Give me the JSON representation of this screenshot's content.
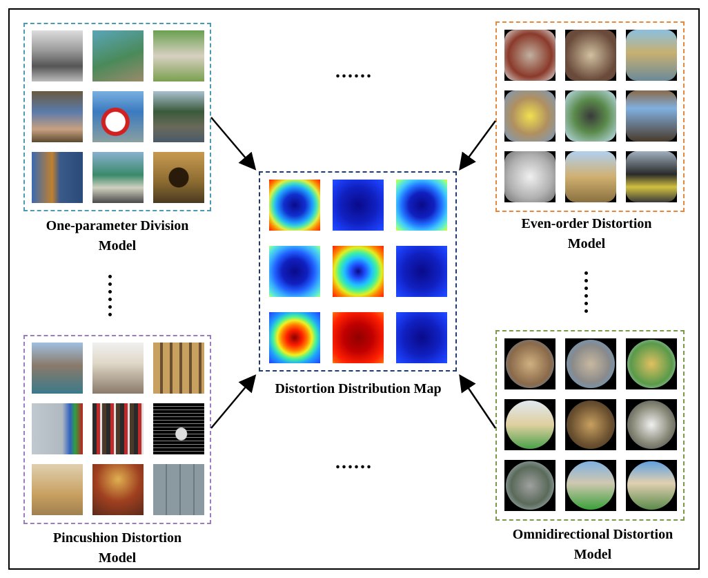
{
  "labels": {
    "top_left": "One-parameter Division Model",
    "top_left_line1": "One-parameter Division",
    "top_left_line2": "Model",
    "top_right_line1": "Even-order Distortion",
    "top_right_line2": "Model",
    "bottom_left_line1": "Pincushion Distortion",
    "bottom_left_line2": "Model",
    "bottom_right_line1": "Omnidirectional Distortion",
    "bottom_right_line2": "Model",
    "center": "Distortion Distribution Map",
    "ellipsis_top": "......",
    "ellipsis_bottom": "......"
  },
  "colors": {
    "one_parameter_border": "#4a9ab0",
    "even_order_border": "#e8873a",
    "pincushion_border": "#9a7cc2",
    "omnidirectional_border": "#7a9a4a",
    "center_border": "#1f3a6e",
    "arrow": "#000000"
  },
  "panels": {
    "one_parameter": {
      "style": "photo",
      "count": 9
    },
    "even_order": {
      "style": "barrel-fisheye",
      "count": 9
    },
    "pincushion": {
      "style": "photo",
      "count": 9
    },
    "omnidirectional": {
      "style": "circular-fisheye",
      "count": 9
    }
  },
  "distortion_maps": [
    {
      "center_color": "#0a0a8a",
      "edge_color": "#ff5a00",
      "pattern": "blue-center-hot-edges"
    },
    {
      "center_color": "#0a0a8a",
      "edge_color": "#1a3af0",
      "pattern": "mostly-blue"
    },
    {
      "center_color": "#0a0a8a",
      "edge_color": "#40c8ff",
      "pattern": "blue-center-cyan-edges"
    },
    {
      "center_color": "#0a0a8a",
      "edge_color": "#3ab0ff",
      "pattern": "blue-center-cyan-corners"
    },
    {
      "center_color": "#0a0a8a",
      "edge_color": "#ff8000",
      "pattern": "blue-center-full-spectrum"
    },
    {
      "center_color": "#0a0a8a",
      "edge_color": "#1a3af0",
      "pattern": "mostly-blue"
    },
    {
      "center_color": "#8a0000",
      "edge_color": "#2040ff",
      "pattern": "red-center-blue-edges"
    },
    {
      "center_color": "#900000",
      "edge_color": "#ff2000",
      "pattern": "mostly-red"
    },
    {
      "center_color": "#0a0a8a",
      "edge_color": "#1a3af0",
      "pattern": "mostly-blue"
    }
  ]
}
